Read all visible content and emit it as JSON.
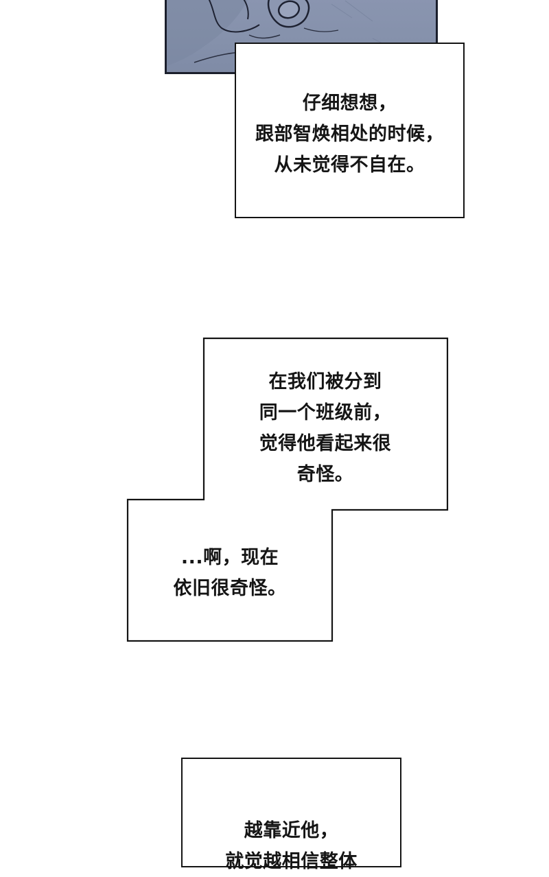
{
  "captions": [
    {
      "id": "caption-1",
      "lines": [
        "仔细想想，",
        "跟部智焕相处的时候，",
        "从未觉得不自在。"
      ]
    },
    {
      "id": "caption-2",
      "lines": [
        "在我们被分到",
        "同一个班级前，",
        "觉得他看起来很",
        "奇怪。"
      ]
    },
    {
      "id": "caption-3",
      "lines": [
        "...啊，现在",
        "依旧很奇怪。"
      ]
    },
    {
      "id": "caption-4",
      "lines": [
        "越靠近他，",
        "就觉越相信整体"
      ]
    }
  ],
  "colors": {
    "panel_blue": "#8591ab",
    "ink": "#151515",
    "border": "#141414"
  }
}
